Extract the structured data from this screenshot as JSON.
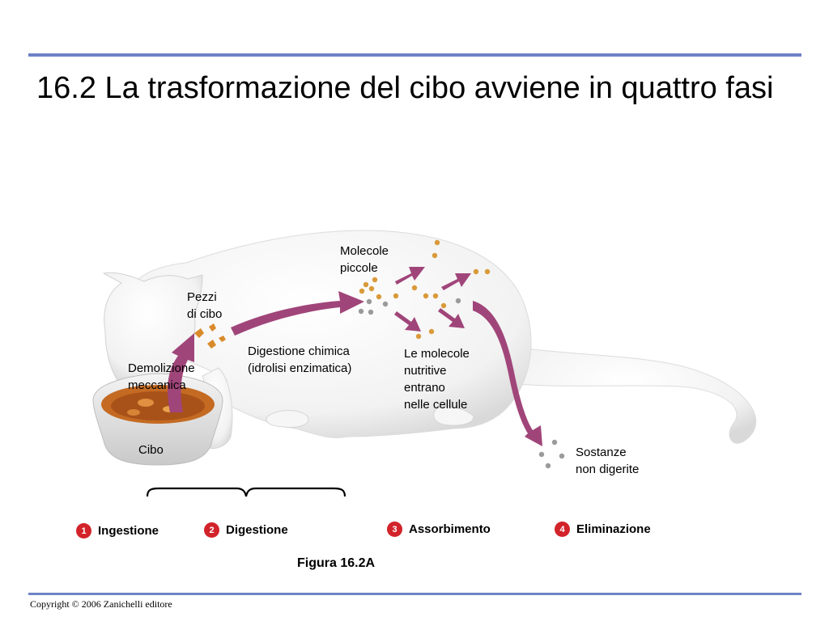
{
  "slide": {
    "title": "16.2 La trasformazione del cibo avviene in quattro fasi",
    "copyright": "Copyright © 2006 Zanichelli editore",
    "accent_color": "#6f82c6"
  },
  "figure": {
    "caption": "Figura 16.2A",
    "arrow_color": "#a0457a",
    "nutrient_color": "#d99a3a",
    "waste_color": "#9a9a9a",
    "labels": {
      "molecole": [
        "Molecole",
        "piccole"
      ],
      "pezzi": [
        "Pezzi",
        "di cibo"
      ],
      "digestione_chimica": [
        "Digestione chimica",
        "(idrolisi enzimatica)"
      ],
      "molecole_nutritive": [
        "Le molecole",
        "nutritive",
        "entrano",
        "nelle cellule"
      ],
      "demolizione": [
        "Demolizione",
        "meccanica"
      ],
      "cibo": "Cibo",
      "sostanze": [
        "Sostanze",
        "non digerite"
      ]
    },
    "steps": [
      {
        "number": "1",
        "label": "Ingestione"
      },
      {
        "number": "2",
        "label": "Digestione"
      },
      {
        "number": "3",
        "label": "Assorbimento"
      },
      {
        "number": "4",
        "label": "Eliminazione"
      }
    ]
  }
}
